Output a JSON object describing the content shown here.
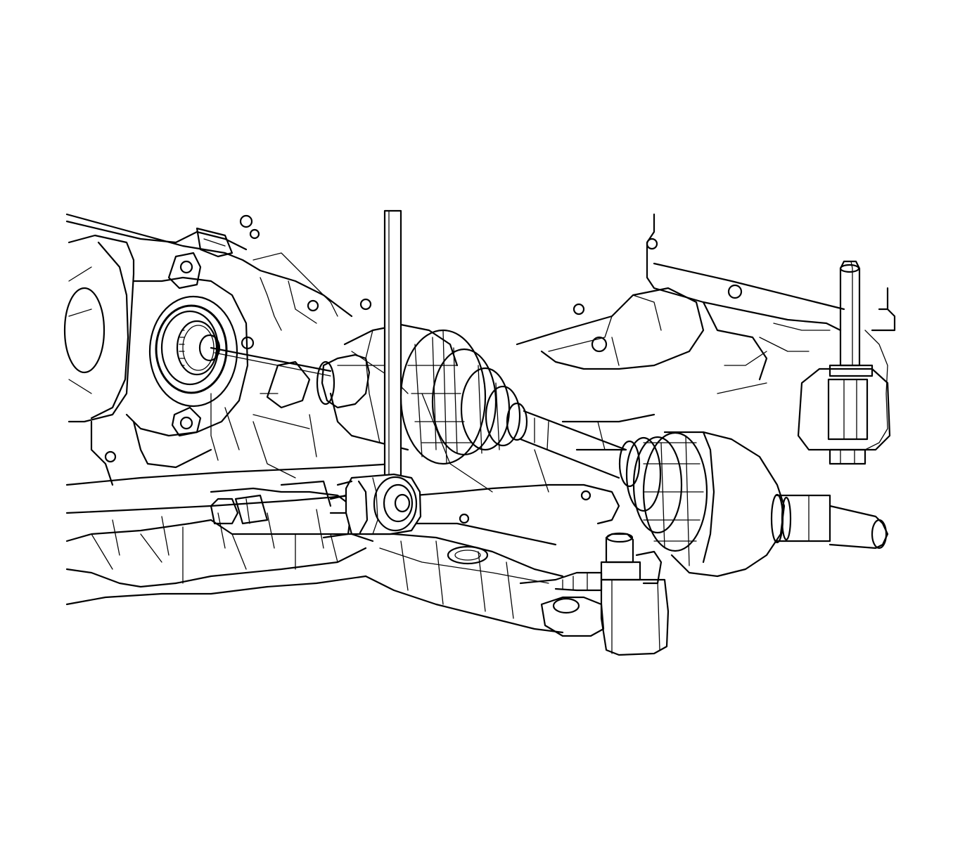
{
  "figure": {
    "style": "black line-art technical illustration",
    "background": "#ffffff",
    "line_color": "#000000",
    "text_labels": []
  },
  "components": [
    {
      "id": "transmission-case",
      "icon": "transmission-case-icon"
    },
    {
      "id": "output-shaft-seal",
      "icon": "seal-icon"
    },
    {
      "id": "inner-cv-joint",
      "icon": "cv-boot-icon"
    },
    {
      "id": "axle-shaft",
      "icon": "shaft-icon"
    },
    {
      "id": "outer-cv-joint",
      "icon": "cv-boot-icon"
    },
    {
      "id": "stabilizer-link",
      "icon": "link-icon"
    },
    {
      "id": "lower-control-arm",
      "icon": "control-arm-icon"
    },
    {
      "id": "ball-joint",
      "icon": "ball-joint-icon"
    },
    {
      "id": "subframe",
      "icon": "subframe-icon"
    },
    {
      "id": "strut-mount-stud",
      "icon": "bolt-icon"
    }
  ]
}
